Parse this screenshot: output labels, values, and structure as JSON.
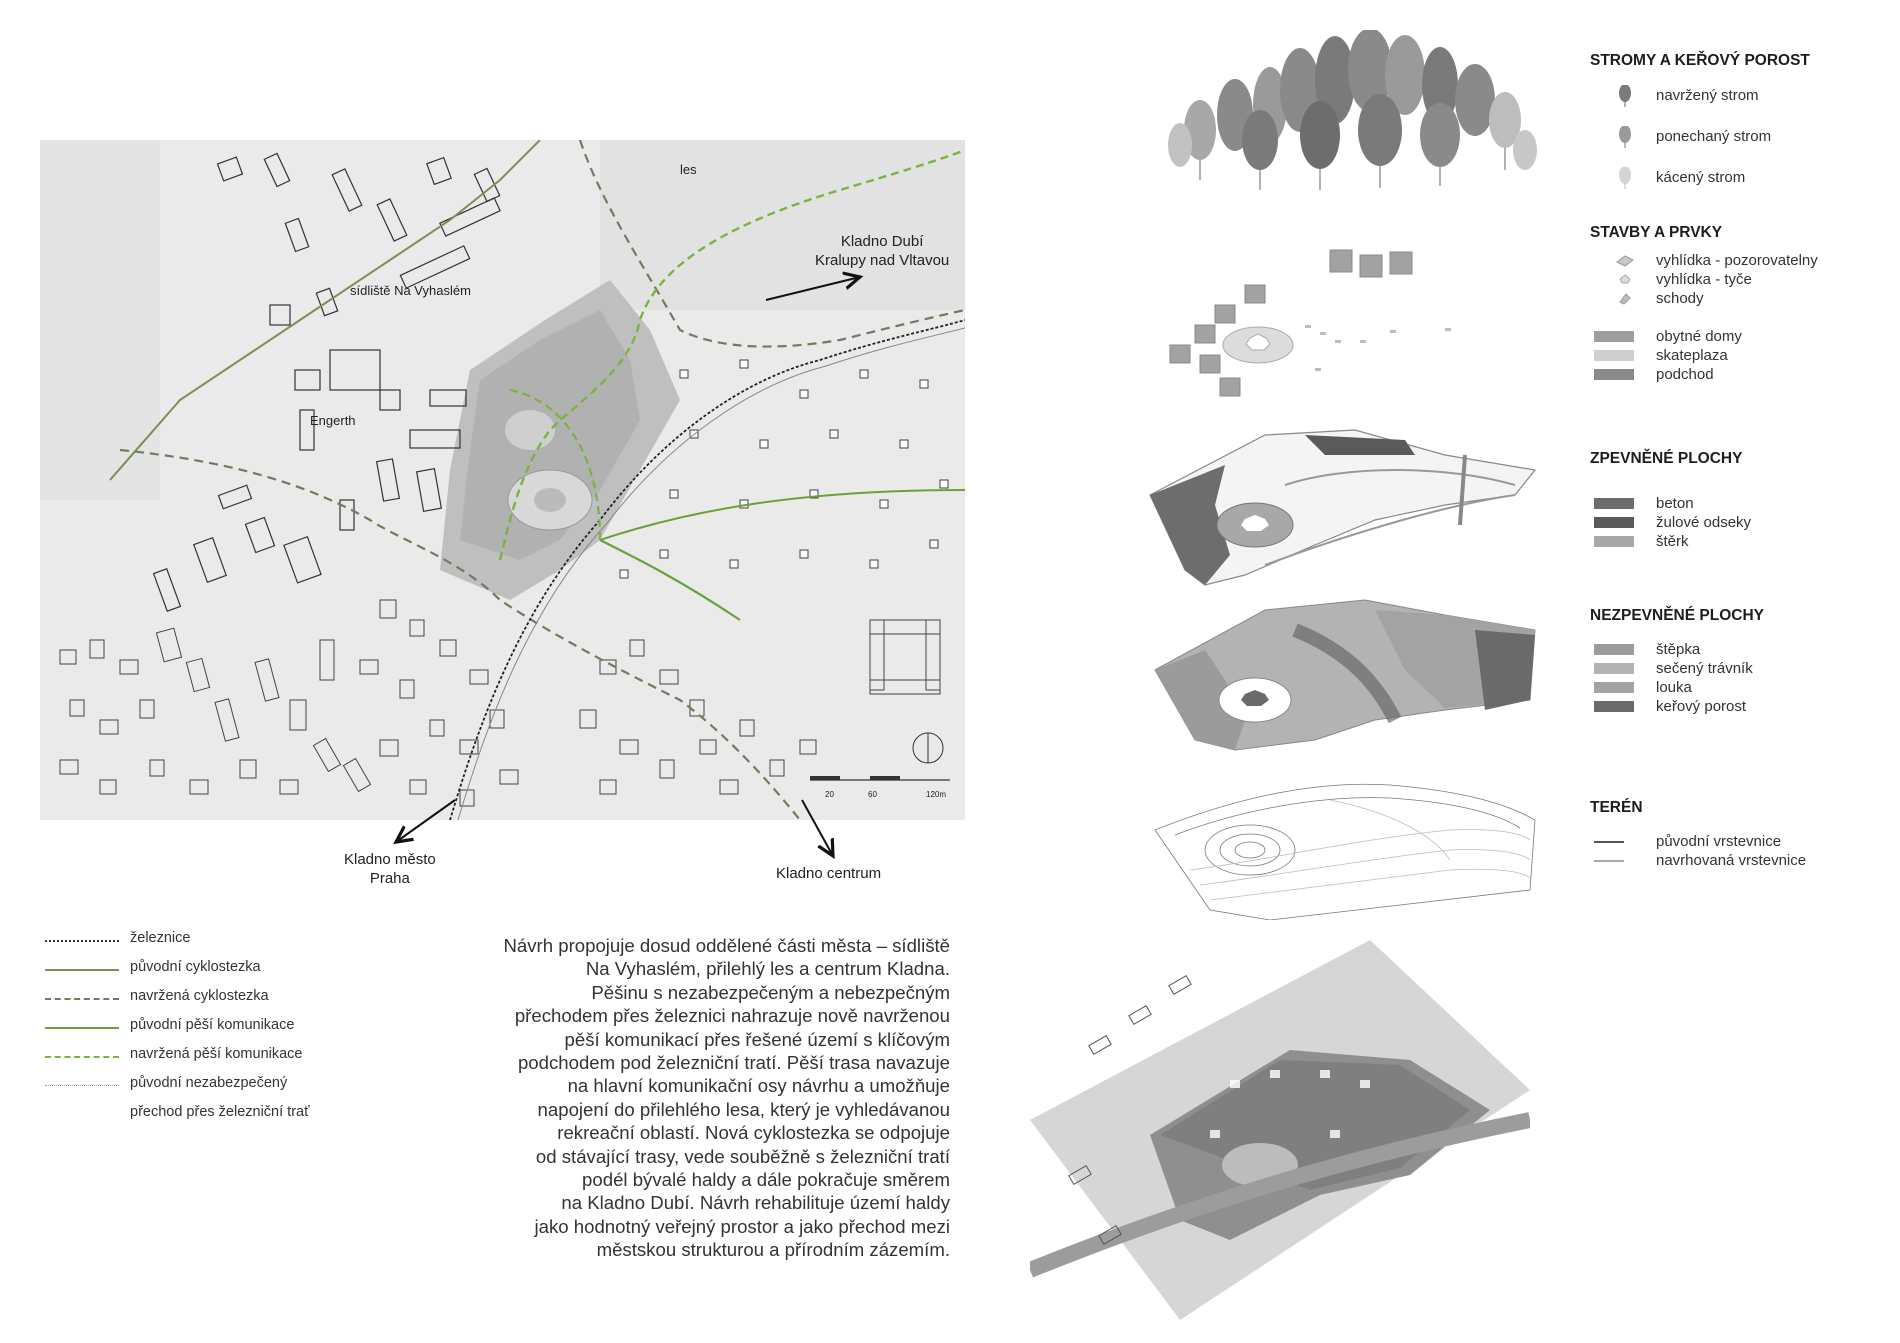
{
  "map": {
    "labels": {
      "les": "les",
      "sidliste": "sídliště Na Vyhaslém",
      "engerth": "Engerth"
    },
    "directions": {
      "dubi_1": "Kladno Dubí",
      "dubi_2": "Kralupy nad Vltavou",
      "mesto_1": "Kladno město",
      "mesto_2": "Praha",
      "centrum": "Kladno centrum"
    },
    "scale_ticks": [
      "20",
      "60",
      "120m"
    ]
  },
  "line_legend": [
    {
      "label": "železnice",
      "style": "railway"
    },
    {
      "label": "původní cyklostezka",
      "style": "solid-olive"
    },
    {
      "label": "navržená cyklostezka",
      "style": "dashed-grey"
    },
    {
      "label": "původní pěší komunikace",
      "style": "solid-green"
    },
    {
      "label": "navržená pěší komunikace",
      "style": "dashed-green"
    },
    {
      "label": "původní nezabezpečený",
      "style": "dotted-grey"
    },
    {
      "label": "přechod přes železniční trať",
      "style": "none"
    }
  ],
  "description": [
    "Návrh propojuje dosud oddělené části města – sídliště",
    "Na Vyhaslém, přilehlý les a centrum Kladna.",
    "Pěšinu s nezabezpečeným a nebezpečným",
    "přechodem přes železnici nahrazuje nově navrženou",
    "pěší komunikací přes řešené území s klíčovým",
    "podchodem pod železniční tratí. Pěší trasa navazuje",
    "na hlavní komunikační osy návrhu a umožňuje",
    "napojení do přilehlého lesa, který je vyhledávanou",
    "rekreační oblastí. Nová cyklostezka se odpojuje",
    "od stávající trasy, vede souběžně s železniční tratí",
    "podél bývalé haldy a dále pokračuje směrem",
    "na Kladno Dubí. Návrh rehabilituje území haldy",
    "jako hodnotný veřejný prostor a jako přechod mezi",
    "městskou strukturou a přírodním zázemím."
  ],
  "legend": {
    "trees": {
      "title": "STROMY A KEŘOVÝ POROST",
      "items": [
        {
          "label": "navržený strom",
          "color": "#7a7a7a"
        },
        {
          "label": "ponechaný strom",
          "color": "#9a9a9a"
        },
        {
          "label": "kácený strom",
          "color": "#d4d4d4"
        }
      ]
    },
    "structures": {
      "title": "STAVBY A PRVKY",
      "items": [
        {
          "label": "vyhlídka - pozorovatelny",
          "color": "#c9c9c9",
          "icon": "platform-icon"
        },
        {
          "label": "vyhlídka - tyče",
          "color": "#dcdcdc",
          "icon": "poles-icon"
        },
        {
          "label": "schody",
          "color": "#bdbdbd",
          "icon": "stairs-icon"
        },
        {
          "label": "obytné domy",
          "color": "#9e9e9e"
        },
        {
          "label": "skateplaza",
          "color": "#cfcfcf"
        },
        {
          "label": "podchod",
          "color": "#8a8a8a"
        }
      ]
    },
    "paved": {
      "title": "ZPEVNĚNÉ PLOCHY",
      "items": [
        {
          "label": "beton",
          "color": "#6d6d6d"
        },
        {
          "label": "žulové odseky",
          "color": "#5a5a5a"
        },
        {
          "label": "štěrk",
          "color": "#a8a8a8"
        }
      ]
    },
    "unpaved": {
      "title": "NEZPEVNĚNÉ PLOCHY",
      "items": [
        {
          "label": "štěpka",
          "color": "#9b9b9b"
        },
        {
          "label": "sečený trávník",
          "color": "#b3b3b3"
        },
        {
          "label": "louka",
          "color": "#a3a3a3"
        },
        {
          "label": "keřový porost",
          "color": "#6a6a6a"
        }
      ]
    },
    "terrain": {
      "title": "TERÉN",
      "items": [
        {
          "label": "původní vrstevnice",
          "color": "#555555"
        },
        {
          "label": "navrhovaná vrstevnice",
          "color": "#aaaaaa"
        }
      ]
    }
  }
}
